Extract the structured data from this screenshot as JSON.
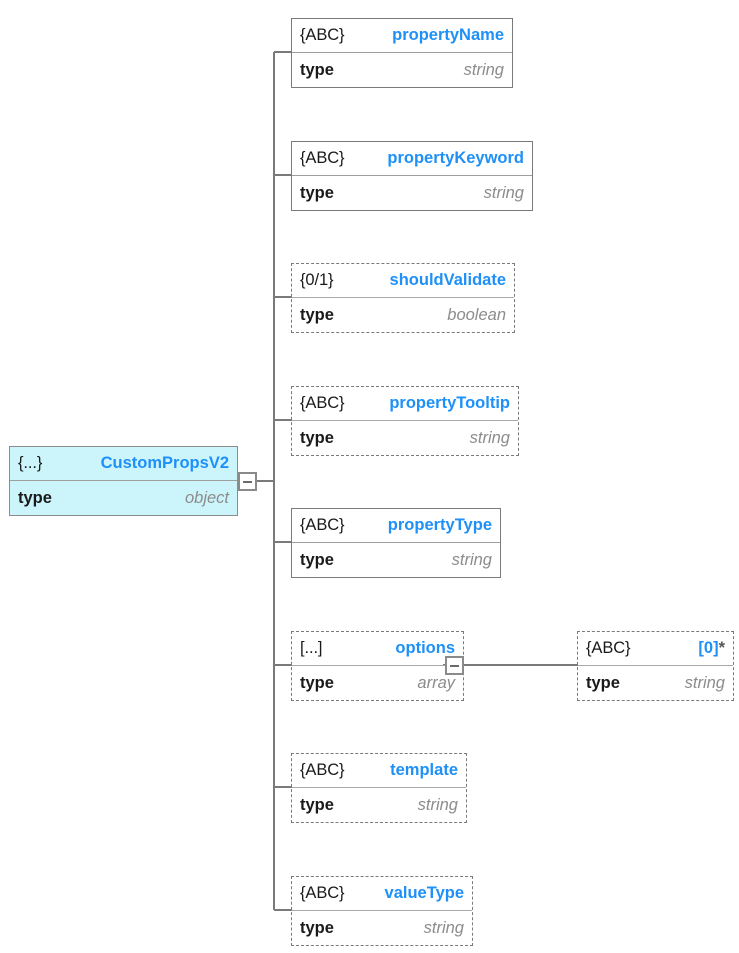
{
  "diagram": {
    "title": "CustomPropsV2 JSON schema tree",
    "type": "json-schema-tree",
    "accent_color": "#1e90f7",
    "root_fill_color": "#ccf5fb",
    "line_color": "#7a7a7a",
    "value_color": "#8c8c8c",
    "type_key_label": "type"
  },
  "root": {
    "occurrence": "{...}",
    "name": "CustomPropsV2",
    "type_key": "type",
    "type_value": "object",
    "required": true,
    "expander": "minus"
  },
  "children": [
    {
      "occurrence": "{ABC}",
      "name": "propertyName",
      "type_key": "type",
      "type_value": "string",
      "required": true
    },
    {
      "occurrence": "{ABC}",
      "name": "propertyKeyword",
      "type_key": "type",
      "type_value": "string",
      "required": true
    },
    {
      "occurrence": "{0/1}",
      "name": "shouldValidate",
      "type_key": "type",
      "type_value": "boolean",
      "required": false
    },
    {
      "occurrence": "{ABC}",
      "name": "propertyTooltip",
      "type_key": "type",
      "type_value": "string",
      "required": false
    },
    {
      "occurrence": "{ABC}",
      "name": "propertyType",
      "type_key": "type",
      "type_value": "string",
      "required": true
    },
    {
      "occurrence": "[...]",
      "name": "options",
      "type_key": "type",
      "type_value": "array",
      "required": false,
      "expander": "minus"
    },
    {
      "occurrence": "{ABC}",
      "name": "template",
      "type_key": "type",
      "type_value": "string",
      "required": false
    },
    {
      "occurrence": "{ABC}",
      "name": "valueType",
      "type_key": "type",
      "type_value": "string",
      "required": false
    }
  ],
  "grandchildren": [
    {
      "parent": "options",
      "occurrence": "{ABC}",
      "name": "[0]",
      "name_suffix": "*",
      "type_key": "type",
      "type_value": "string",
      "required": false
    }
  ]
}
